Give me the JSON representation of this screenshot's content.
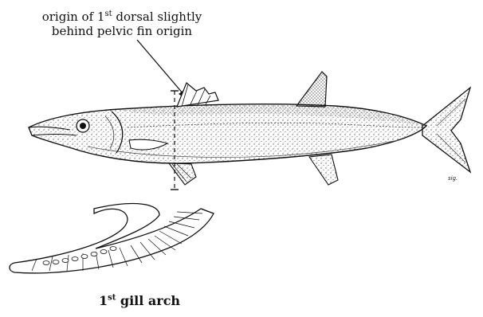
{
  "annotation": {
    "line1_before": "origin of 1",
    "line1_sup": "st",
    "line1_after": " dorsal slightly",
    "line2": "behind pelvic fin origin"
  },
  "gill_caption": {
    "number": "1",
    "sup": "st",
    "rest": " gill arch"
  },
  "colors": {
    "ink": "#111111",
    "background": "#ffffff"
  }
}
